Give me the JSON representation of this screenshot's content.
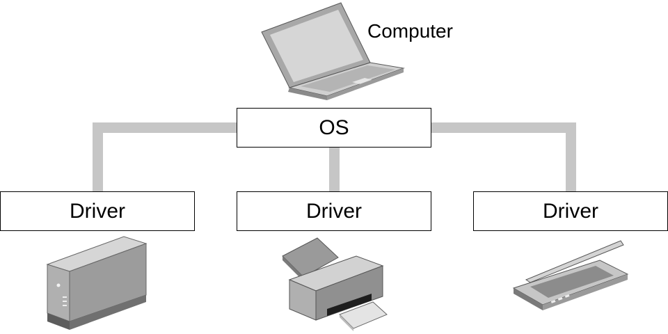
{
  "diagram": {
    "computer_label": "Computer",
    "os_label": "OS",
    "drivers": [
      {
        "label": "Driver"
      },
      {
        "label": "Driver"
      },
      {
        "label": "Driver"
      }
    ],
    "devices": [
      {
        "icon": "tower-drive-icon"
      },
      {
        "icon": "printer-icon"
      },
      {
        "icon": "scanner-icon"
      }
    ],
    "colors": {
      "connector": "#c6c6c6",
      "box_border": "#000000",
      "device_light": "#d6d6d6",
      "device_mid": "#a8a8a8",
      "device_dark": "#6e6e6e"
    }
  }
}
